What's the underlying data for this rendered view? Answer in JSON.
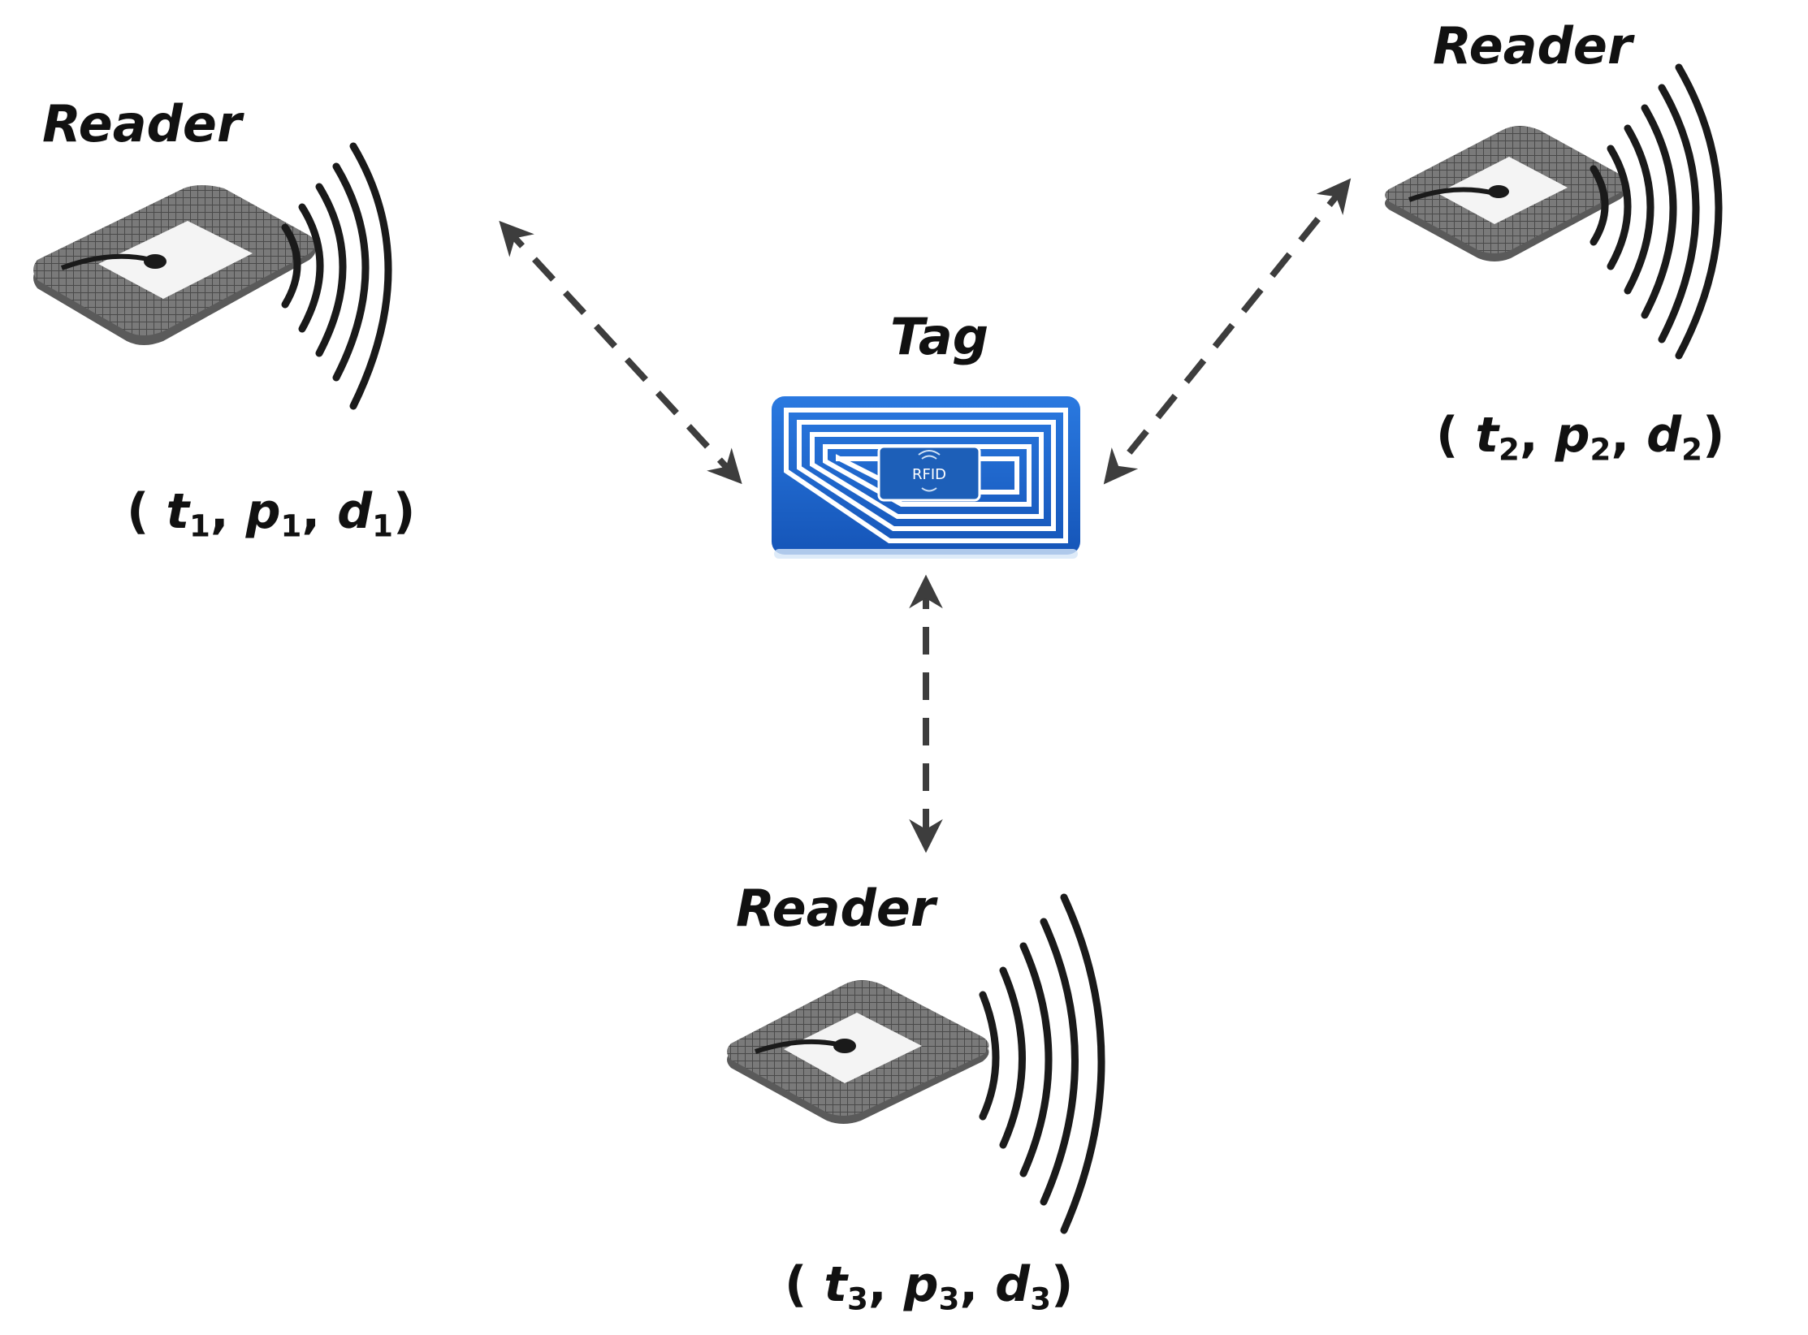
{
  "tag": {
    "label": "Tag",
    "chip_text": "RFID"
  },
  "readers": [
    {
      "label": "Reader",
      "t": "t",
      "p": "p",
      "d": "d",
      "index": "1"
    },
    {
      "label": "Reader",
      "t": "t",
      "p": "p",
      "d": "d",
      "index": "2"
    },
    {
      "label": "Reader",
      "t": "t",
      "p": "p",
      "d": "d",
      "index": "3"
    }
  ],
  "colors": {
    "arrow": "#3d3d3d",
    "tag_blue": "#1c62c9",
    "tag_light": "#e6f0fb",
    "reader_body": "#6d6d6d",
    "reader_inner": "#f2f2f2",
    "waves": "#1a1a1a",
    "text": "#111111"
  }
}
